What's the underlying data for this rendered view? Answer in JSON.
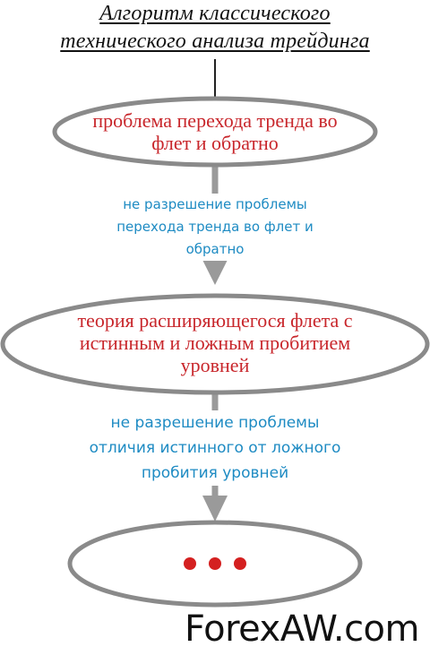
{
  "title": {
    "line1": "Алгоритм классического",
    "line2": "технического анализа трейдинга"
  },
  "nodes": [
    {
      "line1": "проблема перехода тренда во",
      "line2": "флет и обратно"
    },
    {
      "line1": "теория расширяющегося флета с",
      "line2": "истинным и ложным пробитием",
      "line3": "уровней"
    },
    {
      "label": "• • •"
    }
  ],
  "edges": [
    {
      "line1": "не разрешение проблемы",
      "line2": "перехода тренда во флет и",
      "line3": "обратно"
    },
    {
      "line1": "не разрешение проблемы",
      "line2": "отличия истинного от ложного",
      "line3": "пробития уровней"
    }
  ],
  "watermark": "ForexAW.com",
  "colors": {
    "node_text": "#c8262b",
    "edge_label": "#1e8bc3",
    "ellipse_stroke": "#8a8a8a",
    "arrow": "#9a9a9a",
    "dots": "#d42020"
  }
}
